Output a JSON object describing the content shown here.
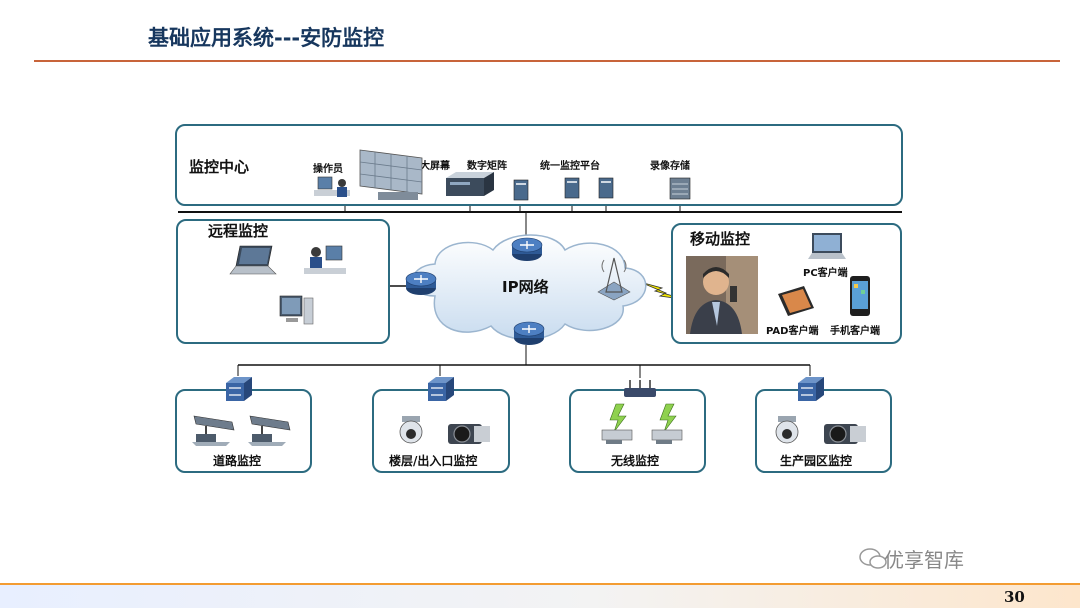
{
  "title": "基础应用系统---安防监控",
  "center": {
    "title": "监控中心",
    "operator": "操作员",
    "big_screen": "大屏幕",
    "matrix": "数字矩阵",
    "platform": "统一监控平台",
    "storage": "录像存储"
  },
  "remote": {
    "title": "远程监控"
  },
  "network": {
    "label": "IP网络"
  },
  "mobile": {
    "title": "移动监控",
    "pc": "PC客户端",
    "pad": "PAD客户端",
    "phone": "手机客户端"
  },
  "sites": {
    "road": "道路监控",
    "building": "楼层/出入口监控",
    "wireless": "无线监控",
    "industrial": "生产园区监控"
  },
  "watermark": "优享智库",
  "page_number": "30"
}
